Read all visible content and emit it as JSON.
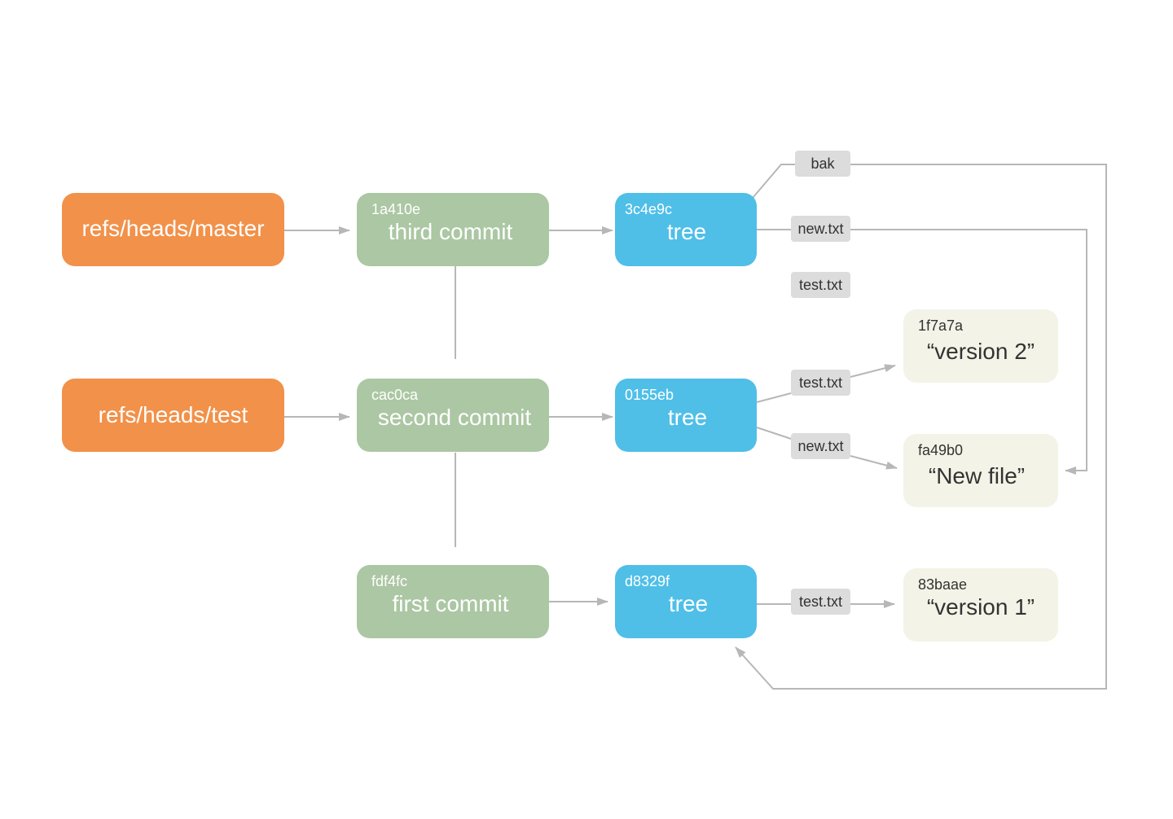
{
  "refs": {
    "master": "refs/heads/master",
    "test": "refs/heads/test"
  },
  "commits": {
    "third": {
      "hash": "1a410e",
      "label": "third commit"
    },
    "second": {
      "hash": "cac0ca",
      "label": "second commit"
    },
    "first": {
      "hash": "fdf4fc",
      "label": "first commit"
    }
  },
  "trees": {
    "t3": {
      "hash": "3c4e9c",
      "label": "tree"
    },
    "t2": {
      "hash": "0155eb",
      "label": "tree"
    },
    "t1": {
      "hash": "d8329f",
      "label": "tree"
    }
  },
  "blobs": {
    "v2": {
      "hash": "1f7a7a",
      "label": "“version 2”"
    },
    "newfile": {
      "hash": "fa49b0",
      "label": "“New file”"
    },
    "v1": {
      "hash": "83baae",
      "label": "“version 1”"
    }
  },
  "entries": {
    "bak": "bak",
    "t3_new": "new.txt",
    "t3_test": "test.txt",
    "t2_test": "test.txt",
    "t2_new": "new.txt",
    "t1_test": "test.txt"
  },
  "colors": {
    "ref": "#f29149",
    "commit": "#abc7a3",
    "tree": "#4fbfe8",
    "blob": "#f3f3e7",
    "entry": "#dcdcdc",
    "connector": "#b7b7b7"
  }
}
